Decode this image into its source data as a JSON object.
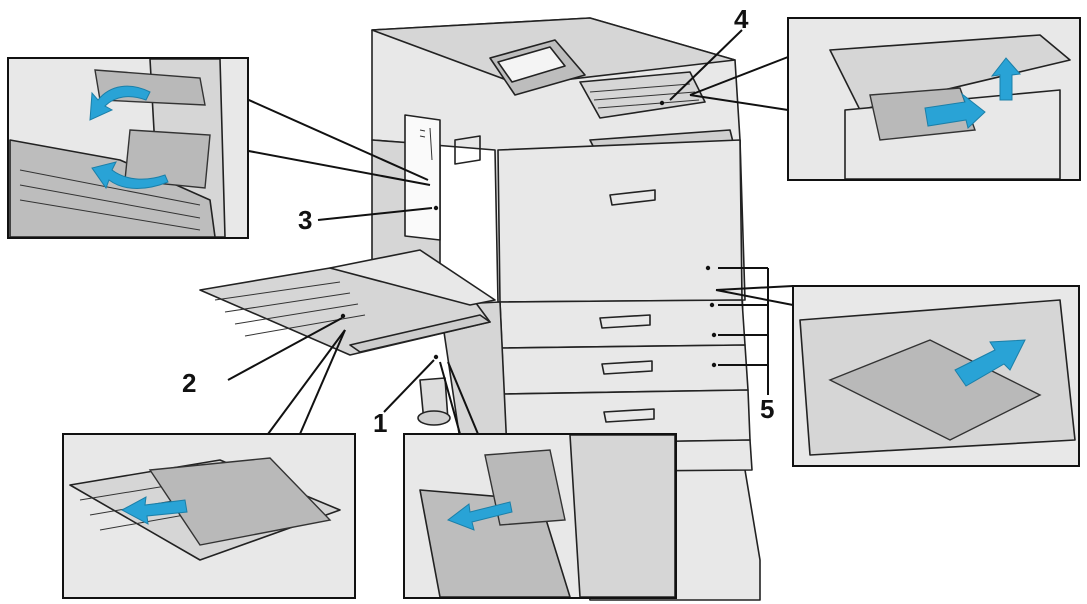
{
  "callouts": [
    {
      "id": "1",
      "label": "1"
    },
    {
      "id": "2",
      "label": "2"
    },
    {
      "id": "3",
      "label": "3"
    },
    {
      "id": "4",
      "label": "4"
    },
    {
      "id": "5",
      "label": "5"
    }
  ],
  "colors": {
    "arrow": "#29a3d6",
    "paper": "#b9b9b9",
    "outline": "#222222",
    "panel_border": "#111111"
  },
  "icons": [
    "blue-direction-arrow",
    "jammed-paper"
  ]
}
